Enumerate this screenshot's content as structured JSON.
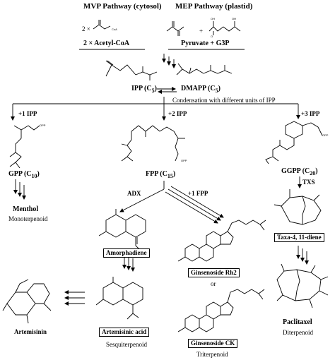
{
  "header": {
    "mvp": "MVP Pathway (cytosol)",
    "mep": "MEP Pathway (plastid)"
  },
  "top": {
    "acetyl_prefix": "2 ×",
    "coa_group": "CoA",
    "acetyl_label": "2 × Acetyl-CoA",
    "pyruvate_label": "Pyruvate + G3P",
    "plus": "+",
    "oh": "OH",
    "o": "O"
  },
  "ipp": {
    "ipp_label": "IPP (C",
    "ipp_sub": "5",
    "dmapp_label": "DMAPP (C",
    "dmapp_sub": "5",
    "close": ")",
    "condensation": "Condensation with different units of IPP"
  },
  "branches": {
    "plus1": "+1 IPP",
    "plus2": "+2 IPP",
    "plus3": "+3 IPP",
    "opp": "OPP",
    "gpp": "GPP (C",
    "gpp_sub": "10",
    "fpp": "FPP (C",
    "fpp_sub": "15",
    "ggpp": "GGPP (C",
    "ggpp_sub": "20"
  },
  "mono": {
    "menthol": "Menthol",
    "class": "Monoterpenoid"
  },
  "sesqui": {
    "adx": "ADX",
    "amorphadiene": "Amorphadiene",
    "artemisinic_acid": "Artemisinic acid",
    "artemisinin": "Artemisinin",
    "class": "Sesquiterpenoid"
  },
  "triter": {
    "plus_fpp": "+1 FPP",
    "rh2": "Ginsenoside Rh2",
    "or": "or",
    "ck": "Ginsenoside CK",
    "class": "Triterpenoid"
  },
  "diter": {
    "txs": "TXS",
    "taxadiene": "Taxa-4, 11-diene",
    "paclitaxel": "Paclitaxel",
    "class": "Diterpenoid"
  }
}
